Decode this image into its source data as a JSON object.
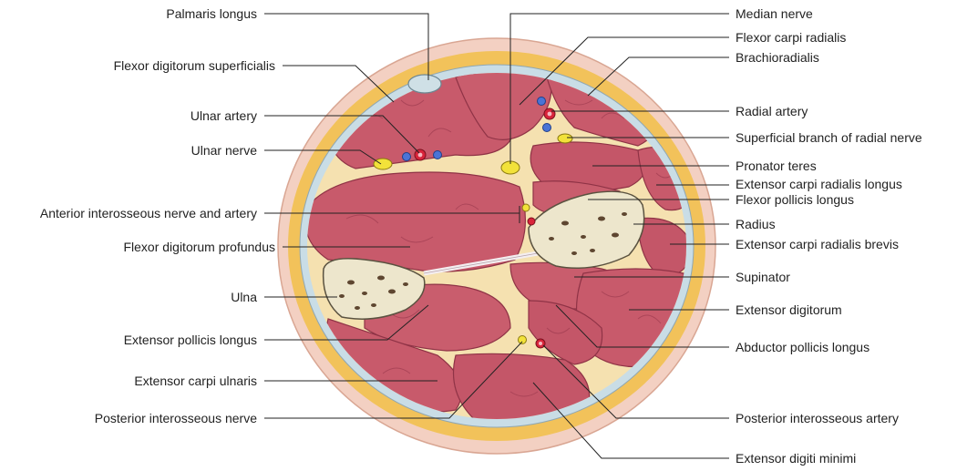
{
  "labels_left": [
    "Palmaris longus",
    "Flexor digitorum superficialis",
    "Ulnar artery",
    "Ulnar nerve",
    "Anterior interosseous nerve and artery",
    "Flexor digitorum profundus",
    "Ulna",
    "Extensor pollicis longus",
    "Extensor carpi ulnaris",
    "Posterior interosseous nerve"
  ],
  "labels_right": [
    "Median nerve",
    "Flexor carpi radialis",
    "Brachioradialis",
    "Radial artery",
    "Superficial branch of radial nerve",
    "Pronator teres",
    "Extensor carpi radialis longus",
    "Flexor pollicis longus",
    "Radius",
    "Extensor carpi radialis brevis",
    "Supinator",
    "Extensor digitorum",
    "Abductor pollicis longus",
    "Posterior interosseous artery",
    "Extensor digiti minimi"
  ],
  "colors": {
    "skin": "#f3d0c2",
    "subcutaneous_fat": "#f2c25a",
    "fascia": "#c9dde6",
    "muscle": "#c85a6b",
    "muscle_outline": "#8f3346",
    "bone": "#ede6cc",
    "nerve": "#f2e23a",
    "artery": "#d8243a",
    "vein": "#4a74d6"
  }
}
